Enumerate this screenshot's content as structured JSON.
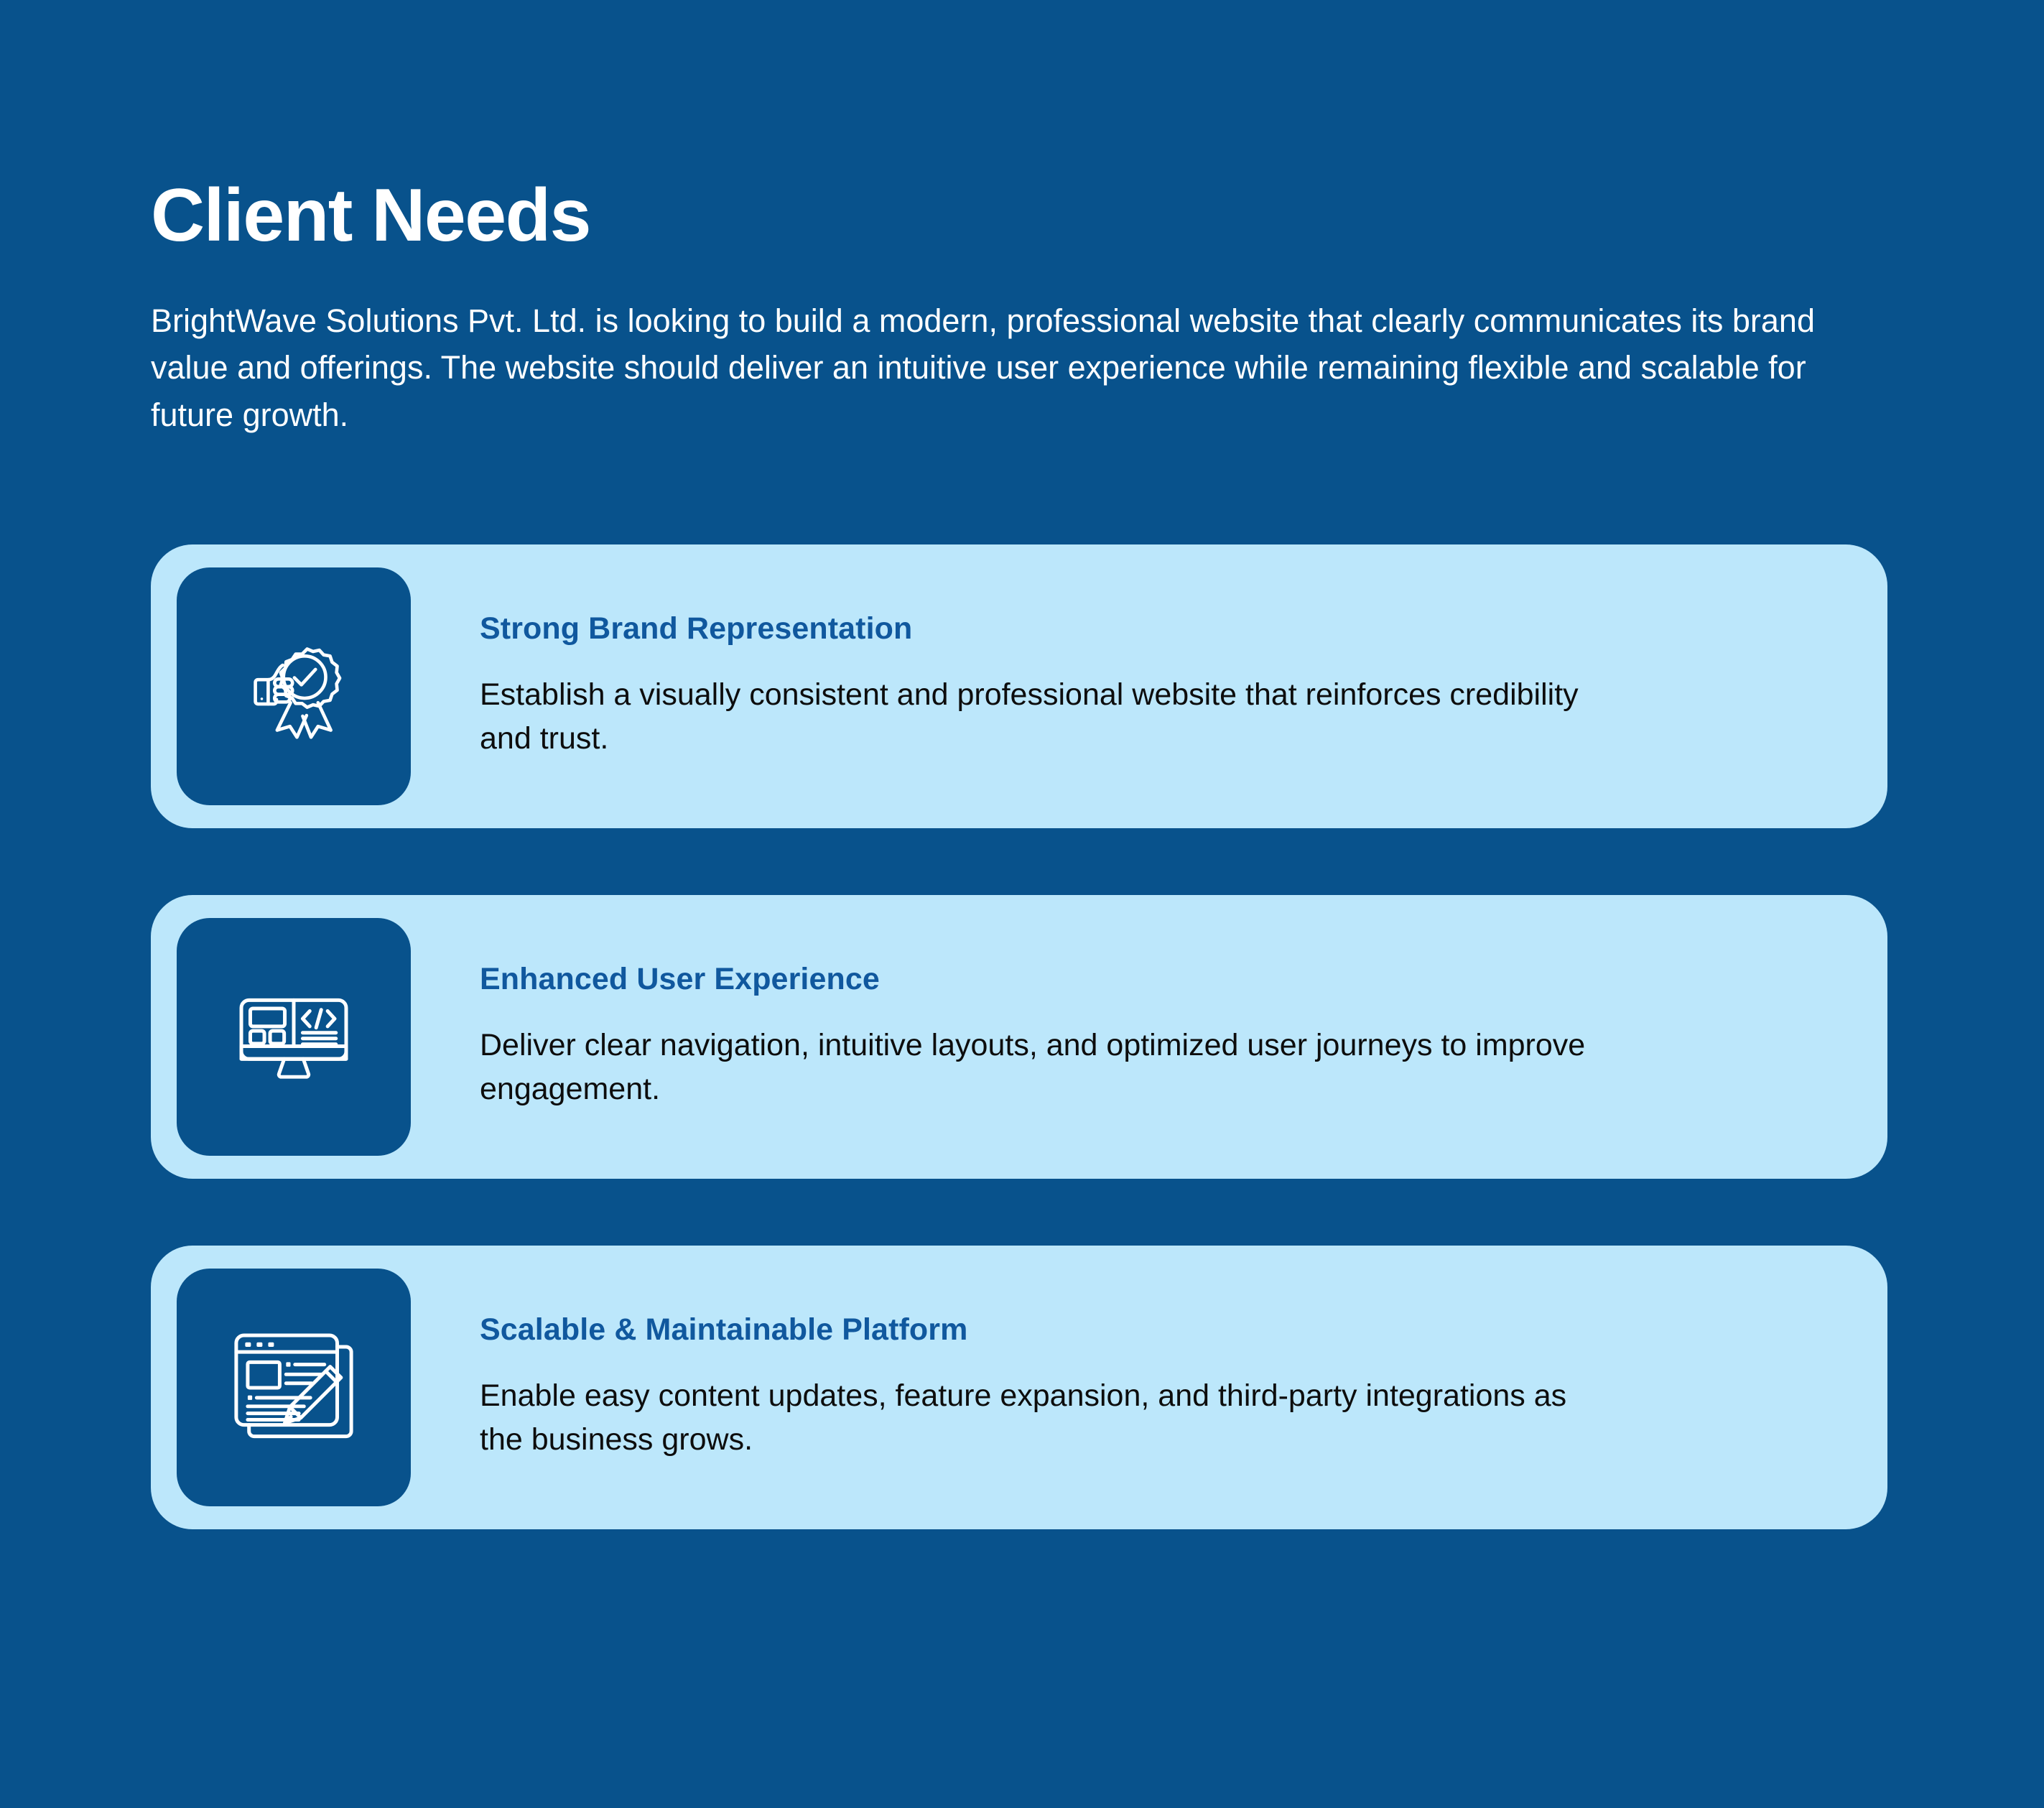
{
  "header": {
    "title": "Client Needs",
    "intro": "BrightWave Solutions Pvt. Ltd. is looking to build a modern, professional website that clearly communicates its brand value and offerings. The website should deliver an intuitive user experience while remaining flexible and scalable for future growth."
  },
  "colors": {
    "background": "#08528C",
    "card_background": "#BCE7FB",
    "icon_tile": "#08528C",
    "icon_stroke": "#FFFFFF",
    "title_text": "#FFFFFF",
    "card_heading": "#10589E",
    "card_body_text": "#0D0D0D"
  },
  "cards": [
    {
      "icon": "award-badge-thumbs-up-icon",
      "title": "Strong Brand Representation",
      "description": "Establish a visually consistent and professional website that reinforces credibility and trust."
    },
    {
      "icon": "monitor-code-layout-icon",
      "title": "Enhanced User Experience",
      "description": "Deliver clear navigation, intuitive layouts, and optimized user journeys to improve engagement."
    },
    {
      "icon": "webpage-pencil-edit-icon",
      "title": "Scalable & Maintainable Platform",
      "description": "Enable easy content updates, feature expansion, and third-party integrations as the business grows."
    }
  ]
}
